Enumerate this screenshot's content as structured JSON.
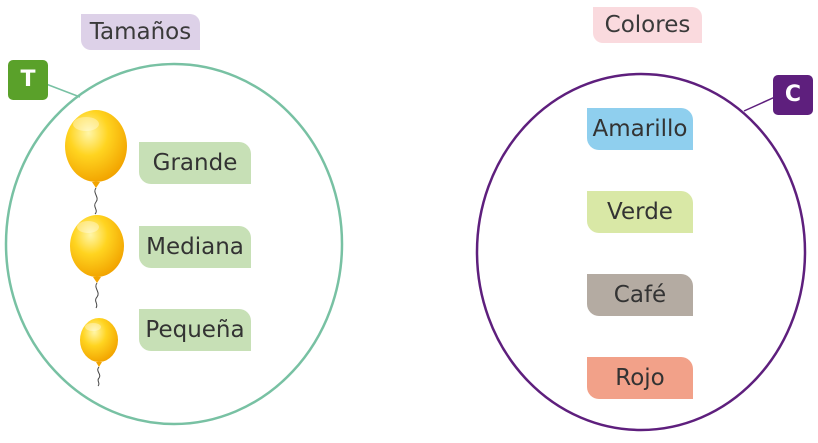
{
  "sets": {
    "sizes": {
      "title": "Tamaños",
      "badge": "T",
      "items": [
        "Grande",
        "Mediana",
        "Pequeña"
      ]
    },
    "colors": {
      "title": "Colores",
      "badge": "C",
      "items": [
        "Amarillo",
        "Verde",
        "Café",
        "Rojo"
      ]
    }
  },
  "palette": {
    "sizes_circle": "#78c1a3",
    "colors_circle": "#5e1f7d",
    "sizes_badge": "#5aa12a",
    "colors_badge": "#5e1f7d",
    "size_label_bg": "#c7e0b6",
    "amarillo_bg": "#8fcfee",
    "verde_bg": "#d9e8a6",
    "cafe_bg": "#b4aba2",
    "rojo_bg": "#f2a189",
    "balloon": "#f8c818"
  },
  "icons": [
    "balloon-large-icon",
    "balloon-medium-icon",
    "balloon-small-icon"
  ]
}
